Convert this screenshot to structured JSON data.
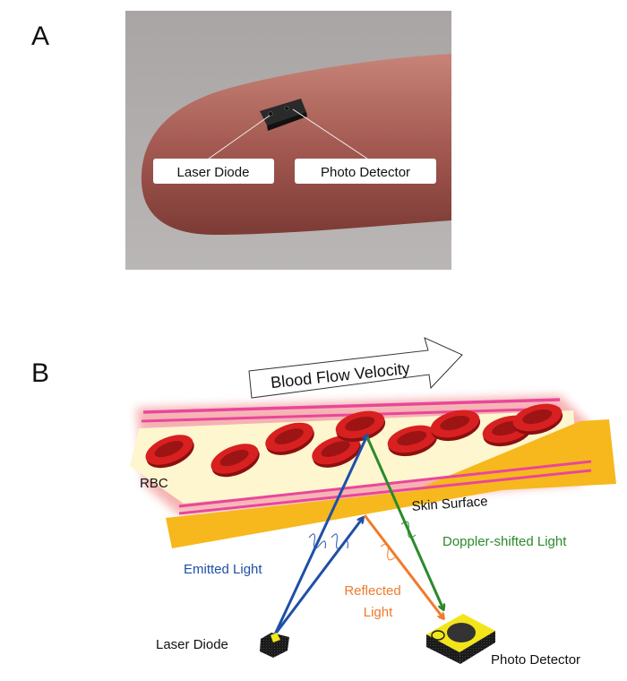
{
  "panel_a": {
    "letter": "A",
    "callouts": {
      "laser_diode": "Laser Diode",
      "photo_detector": "Photo Detector"
    }
  },
  "panel_b": {
    "letter": "B",
    "flow_arrow": "Blood Flow Velocity",
    "rbc": "RBC",
    "skin_surface": "Skin Surface",
    "emitted_light": "Emitted Light",
    "doppler_light": "Doppler-shifted Light",
    "reflected_light_1": "Reflected",
    "reflected_light_2": "Light",
    "laser_diode": "Laser Diode",
    "photo_detector": "Photo Detector"
  },
  "colors": {
    "emitted": "#1f4fa8",
    "doppler": "#2a8a2a",
    "reflected": "#f07a2a",
    "skin": "#f6b81c",
    "rbc": "#d01818",
    "vessel_wall": "#e8479a",
    "component": "#f2e51a"
  }
}
